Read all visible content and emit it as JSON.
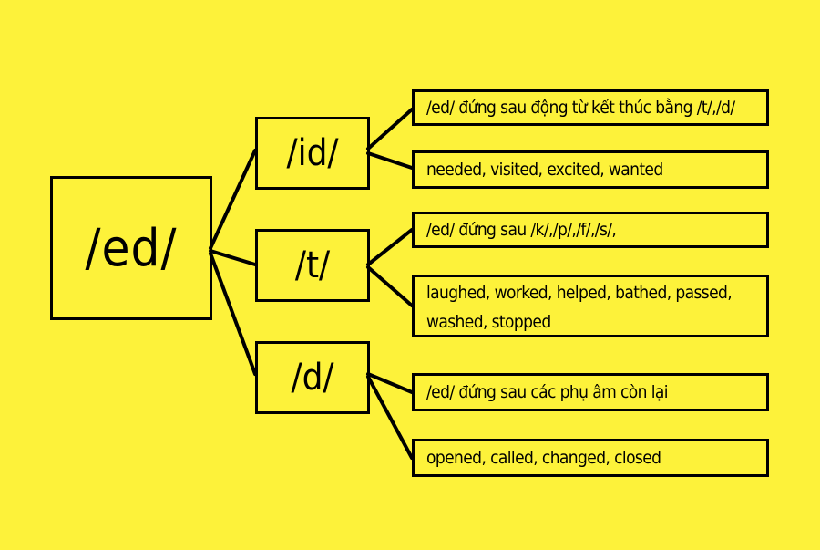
{
  "root": {
    "label": "/ed/"
  },
  "branches": [
    {
      "label": "/id/",
      "rule": "/ed/ đứng sau động từ kết thúc bằng /t/,/d/",
      "examples": "needed, visited, excited, wanted"
    },
    {
      "label": "/t/",
      "rule": "/ed/ đứng sau /k/,/p/,/f/,/s/,",
      "examples": "laughed, worked, helped, bathed, passed, washed, stopped"
    },
    {
      "label": "/d/",
      "rule": "/ed/ đứng sau các phụ âm còn lại",
      "examples": "opened, called, changed, closed"
    }
  ],
  "colors": {
    "background": "#fdf23a",
    "stroke": "#000000"
  }
}
